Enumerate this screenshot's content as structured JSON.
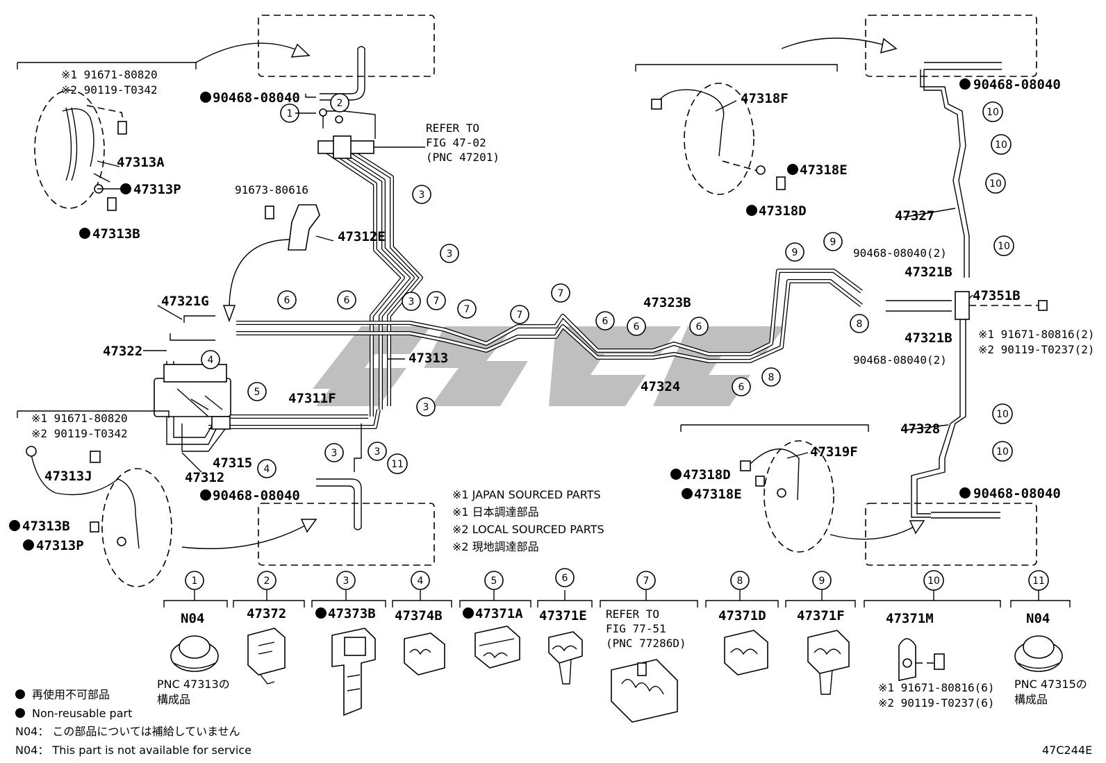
{
  "diagram_id": "47C244E",
  "callouts": {
    "c1": "1",
    "c2": "2",
    "c3": "3",
    "c4": "4",
    "c5": "5",
    "c6": "6",
    "c7": "7",
    "c8": "8",
    "c9": "9",
    "c10": "10",
    "c11": "11"
  },
  "parts": {
    "p47313A": "47313A",
    "p47313P": "47313P",
    "p47313B": "47313B",
    "p47313J": "47313J",
    "p47312E": "47312E",
    "p47321G": "47321G",
    "p47322": "47322",
    "p47313": "47313",
    "p47311F": "47311F",
    "p47312": "47312",
    "p47315": "47315",
    "p47318F": "47318F",
    "p47318E": "47318E",
    "p47318D": "47318D",
    "p47323B": "47323B",
    "p47324": "47324",
    "p47327": "47327",
    "p47321B": "47321B",
    "p47351B": "47351B",
    "p47328": "47328",
    "p47319F": "47319F",
    "bolt_91673": "91673-80616",
    "clip_90468": "90468-08040",
    "clip_90468_2": "90468-08040(2)",
    "sp1_91671_80820": "※1 91671-80820",
    "sp2_90119_T0342": "※2 90119-T0342",
    "sp1_91671_80816_2": "※1 91671-80816(2)",
    "sp2_90119_T0237_2": "※2 90119-T0237(2)",
    "sp1_91671_80816_6": "※1 91671-80816(6)",
    "sp2_90119_T0237_6": "※2 90119-T0237(6)"
  },
  "refer_47_02": [
    "REFER TO",
    "FIG 47-02",
    "(PNC 47201)"
  ],
  "refer_77_51": [
    "REFER TO",
    "FIG 77-51",
    "(PNC 77286D)"
  ],
  "sourcing_notes": [
    "※1 JAPAN SOURCED PARTS",
    "※1 日本調達部品",
    "※2 LOCAL SOURCED PARTS",
    "※2 現地調達部品"
  ],
  "legend": {
    "non_reusable_jp": "再使用不可部品",
    "non_reusable_en": "Non-reusable part",
    "n04_jp": "N04： この部品については補給していません",
    "n04_en": "N04： This part is not available for service"
  },
  "bottom_items": [
    {
      "num": "1",
      "label": "N04",
      "note": [
        "PNC 47313の",
        "構成品"
      ]
    },
    {
      "num": "2",
      "label": "47372"
    },
    {
      "num": "3",
      "label": "47373B",
      "non_reusable": true
    },
    {
      "num": "4",
      "label": "47374B"
    },
    {
      "num": "5",
      "label": "47371A",
      "non_reusable": true
    },
    {
      "num": "6",
      "label": "47371E"
    },
    {
      "num": "7",
      "label": ""
    },
    {
      "num": "8",
      "label": "47371D"
    },
    {
      "num": "9",
      "label": "47371F"
    },
    {
      "num": "10",
      "label": "47371M"
    },
    {
      "num": "11",
      "label": "N04",
      "note": [
        "PNC 47315の",
        "構成品"
      ]
    }
  ],
  "watermark_text": "SGC"
}
